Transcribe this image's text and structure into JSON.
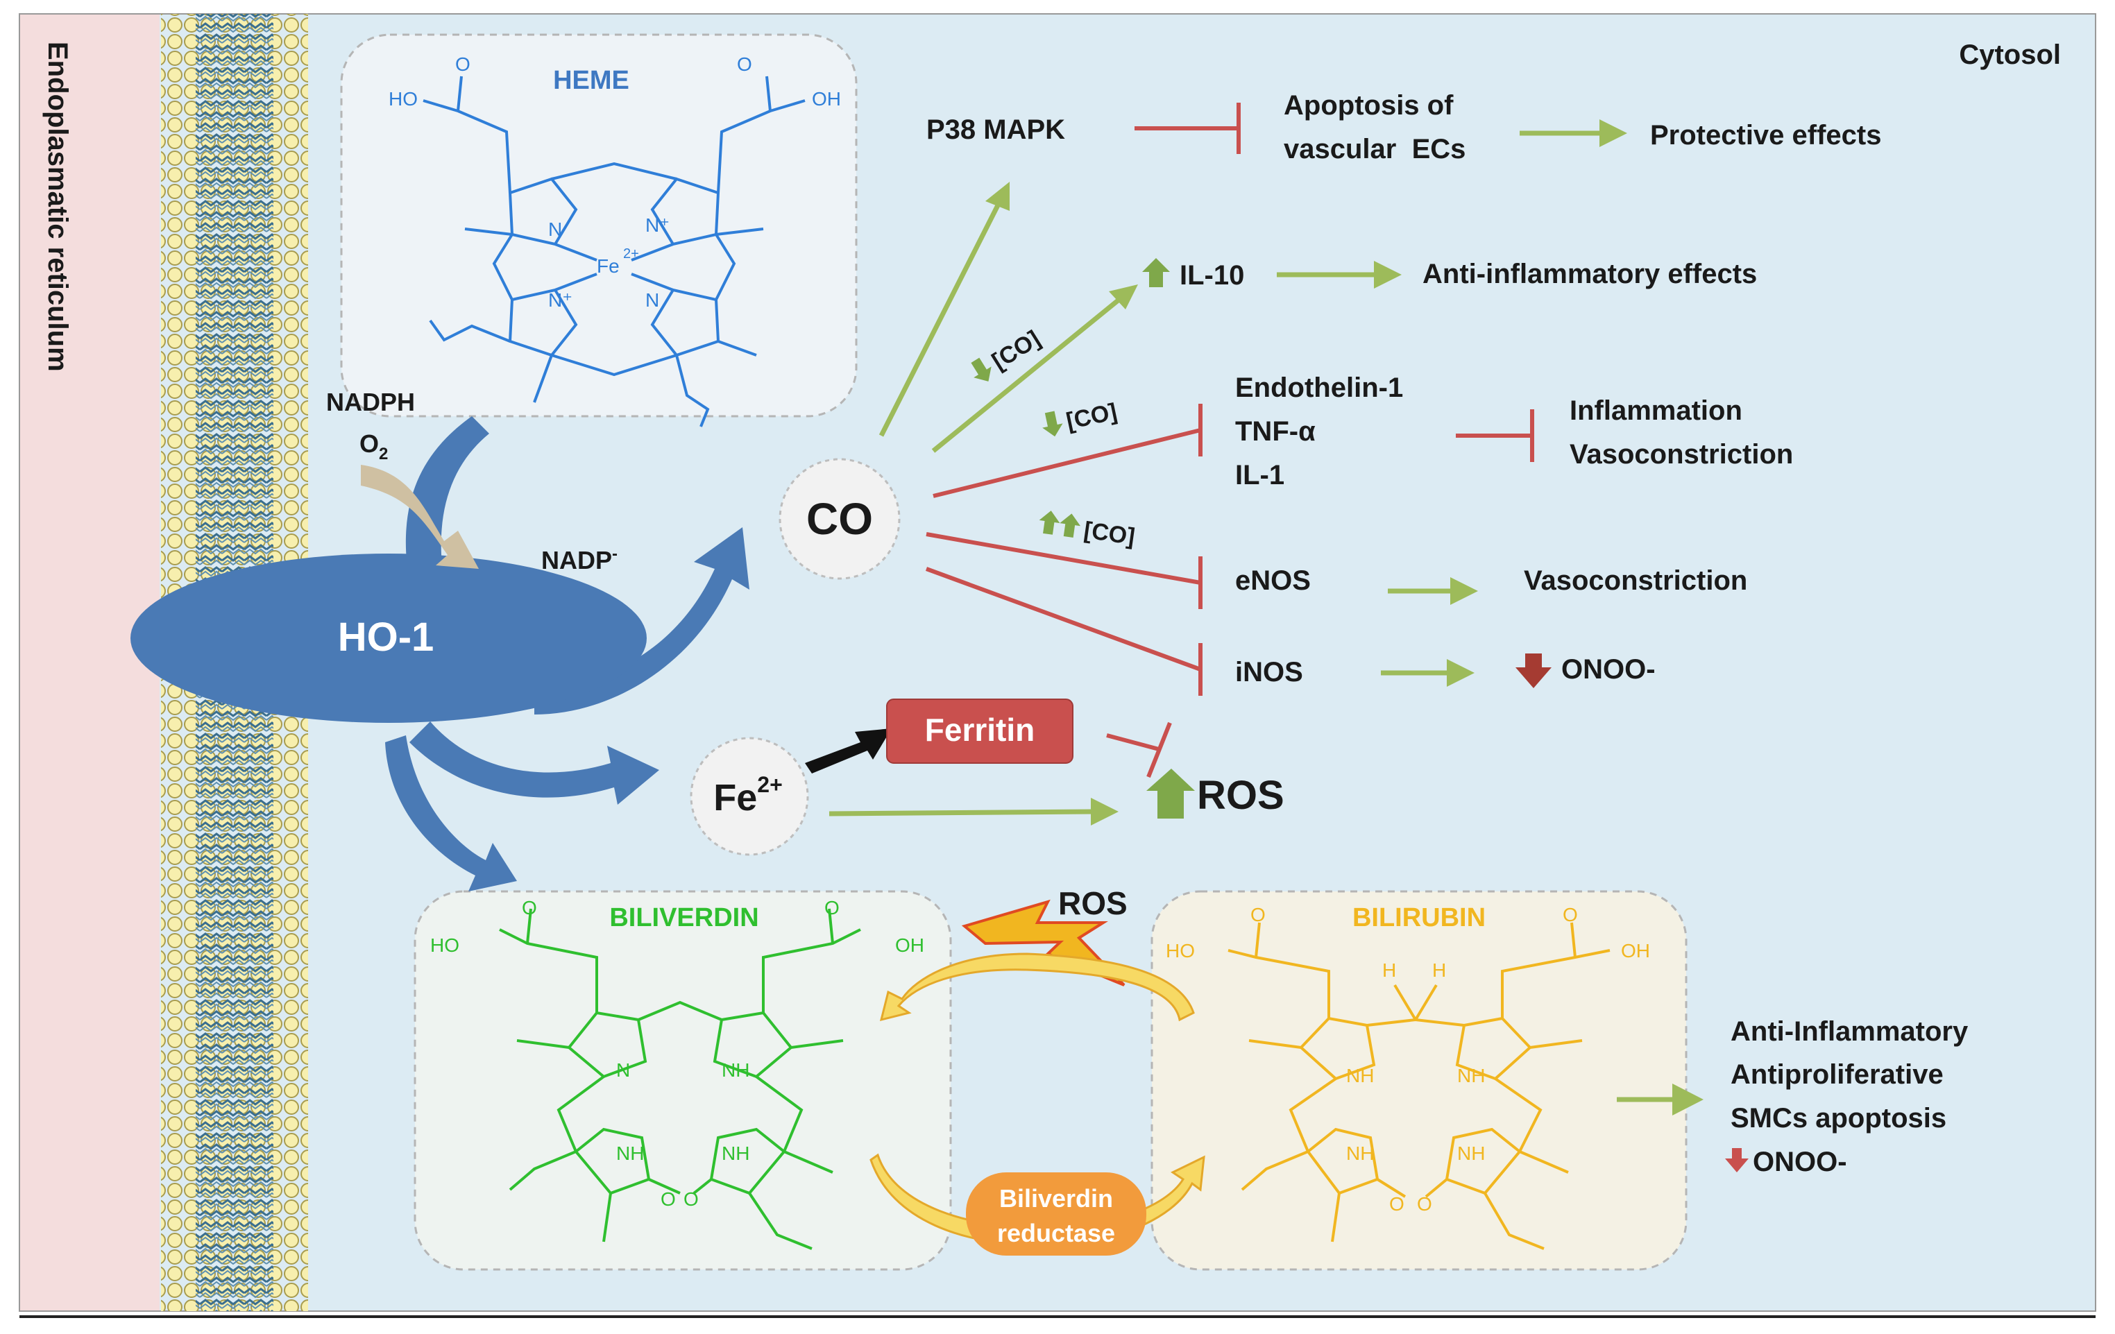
{
  "regions": {
    "er_label": "Endoplasmatic reticulum",
    "cytosol_label": "Cytosol"
  },
  "colors": {
    "cytosol_bg": "#dcebf3",
    "er_bg": "#f4dddd",
    "enzyme_blue": "#4a7ab5",
    "activation_green": "#9dbb5a",
    "inhibition_red": "#c9504e",
    "heme_blue": "#2f7ed8",
    "biliverdin_green": "#2fbf2f",
    "bilirubin_yellow": "#f1b620",
    "ferritin_red": "#c9504e",
    "reductase_orange": "#f29b3c"
  },
  "molecules": {
    "heme": {
      "title": "HEME",
      "acid_left": "HO",
      "acid_right": "OH",
      "carbonyl": "O",
      "n_plus": "N⁺",
      "n": "N",
      "fe": "Fe",
      "fe_charge": "2+"
    },
    "biliverdin": {
      "title": "BILIVERDIN",
      "acid_left": "HO",
      "acid_right": "OH",
      "n": "N",
      "nh": "NH",
      "carbonyl": "O"
    },
    "bilirubin": {
      "title": "BILIRUBIN",
      "acid_left": "HO",
      "acid_right": "OH",
      "h": "H",
      "nh": "NH",
      "carbonyl": "O"
    }
  },
  "reaction": {
    "enzyme": "HO-1",
    "cofactor_nadph": "NADPH",
    "cofactor_o2": "O",
    "cofactor_o2_sub": "2",
    "product_nadp": "NADP",
    "product_nadp_sup": "-"
  },
  "products": {
    "co": "CO",
    "fe": "Fe",
    "fe_sup": "2+",
    "ferritin": "Ferritin",
    "ros": "ROS",
    "ros_lightning": "ROS",
    "reductase_line1": "Biliverdin",
    "reductase_line2": "reductase"
  },
  "co_targets": {
    "p38": "P38 MAPK",
    "apoptosis_line1": "Apoptosis of",
    "apoptosis_line2": "vascular  ECs",
    "protective": "Protective effects",
    "il10": "IL-10",
    "anti_inflammatory": "Anti-inflammatory effects",
    "endothelin": "Endothelin-1",
    "tnf": "TNF-α",
    "il1": "IL-1",
    "inflammation": "Inflammation",
    "vasoconstriction": "Vasoconstriction",
    "enos": "eNOS",
    "enos_effect": "Vasoconstriction",
    "inos": "iNOS",
    "inos_effect": "ONOO-",
    "co_conc": "[CO]"
  },
  "bilirubin_effects": {
    "line1": "Anti-Inflammatory",
    "line2": "Antiproliferative",
    "line3": "SMCs apoptosis",
    "line4": "ONOO-"
  }
}
